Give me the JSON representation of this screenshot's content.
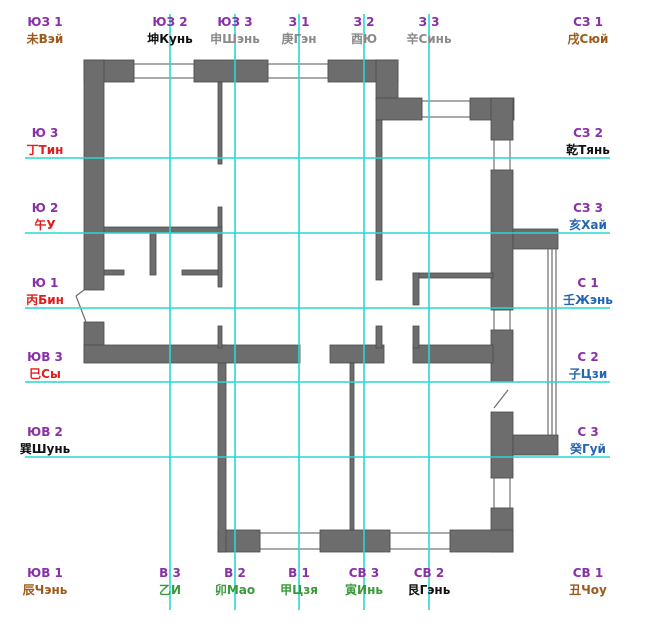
{
  "colors": {
    "wall": "#6d6d6d",
    "grid_line": "#27d9d3",
    "code": "#8a2fa8",
    "brown": "#9c5a1c",
    "black": "#111111",
    "gray": "#8a8a8a",
    "red": "#e01e1e",
    "blue": "#2566b0",
    "green": "#3a9a3a"
  },
  "sectors": {
    "top": [
      {
        "code": "ЮЗ 1",
        "name": "未Вэй",
        "color": "brown"
      },
      {
        "code": "ЮЗ 2",
        "name": "坤Кунь",
        "color": "black"
      },
      {
        "code": "ЮЗ 3",
        "name": "申Шэнь",
        "color": "gray"
      },
      {
        "code": "З 1",
        "name": "庚Гэн",
        "color": "gray"
      },
      {
        "code": "З 2",
        "name": "酉Ю",
        "color": "gray"
      },
      {
        "code": "З 3",
        "name": "辛Синь",
        "color": "gray"
      },
      {
        "code": "СЗ 1",
        "name": "戌Сюй",
        "color": "brown"
      }
    ],
    "left": [
      {
        "code": "Ю 3",
        "name": "丁Тин",
        "color": "red"
      },
      {
        "code": "Ю 2",
        "name": "午У",
        "color": "red"
      },
      {
        "code": "Ю 1",
        "name": "丙Бин",
        "color": "red"
      },
      {
        "code": "ЮВ 3",
        "name": "巳Сы",
        "color": "red"
      },
      {
        "code": "ЮВ 2",
        "name": "巽Шунь",
        "color": "black"
      }
    ],
    "right": [
      {
        "code": "СЗ 2",
        "name": "乾Тянь",
        "color": "black"
      },
      {
        "code": "СЗ 3",
        "name": "亥Хай",
        "color": "blue"
      },
      {
        "code": "С 1",
        "name": "壬Жэнь",
        "color": "blue"
      },
      {
        "code": "С 2",
        "name": "子Цзи",
        "color": "blue"
      },
      {
        "code": "С 3",
        "name": "癸Гуй",
        "color": "blue"
      }
    ],
    "bottom": [
      {
        "code": "ЮВ 1",
        "name": "辰Чэнь",
        "color": "brown"
      },
      {
        "code": "В 3",
        "name": "乙И",
        "color": "green"
      },
      {
        "code": "В 2",
        "name": "卯Мао",
        "color": "green"
      },
      {
        "code": "В 1",
        "name": "甲Цзя",
        "color": "green"
      },
      {
        "code": "СВ 3",
        "name": "寅Инь",
        "color": "green"
      },
      {
        "code": "СВ 2",
        "name": "艮Гэнь",
        "color": "black"
      },
      {
        "code": "СВ 1",
        "name": "丑Чоу",
        "color": "brown"
      }
    ]
  }
}
